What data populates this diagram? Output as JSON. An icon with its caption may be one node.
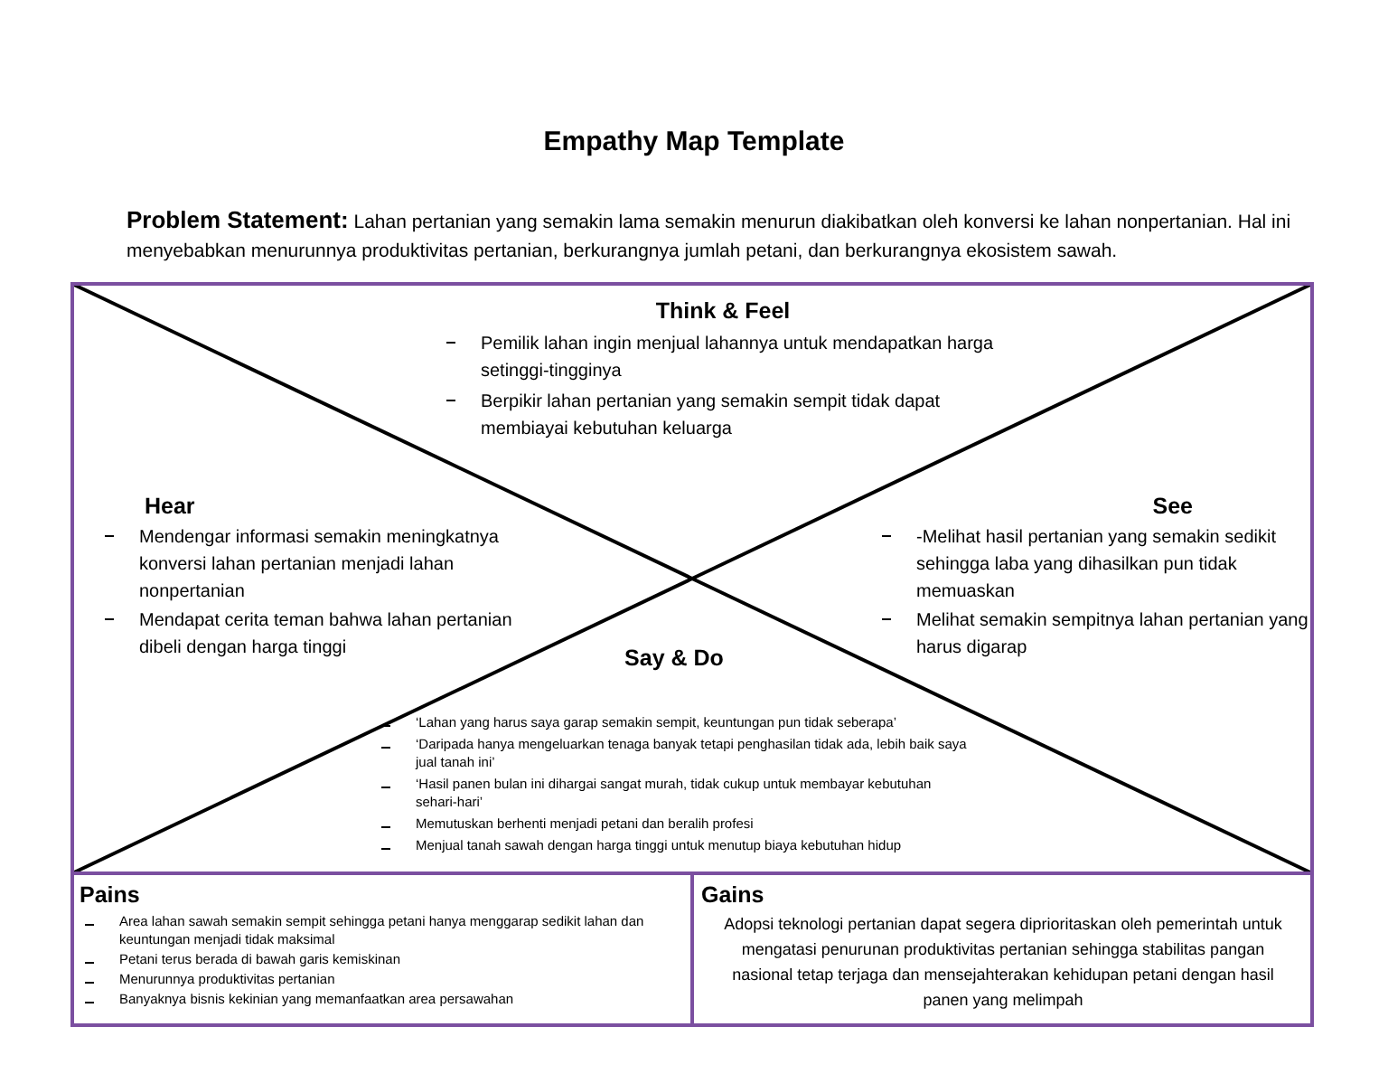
{
  "diagram": {
    "title": "Empathy Map Template",
    "nodes": [
      {
        "text": [
          "Think & Feel",
          "Pemilik lahan ingin menjual lahannya untuk mendapatkan harga setinggi-tingginya",
          "Berpikir lahan pertanian yang semakin sempit tidak dapat membiayai kebutuhan keluarga"
        ]
      },
      {
        "text": [
          "Hear",
          "Mendengar informasi semakin meningkatnya konversi lahan pertanian menjadi lahan nonpertanian",
          "Mendapat cerita teman bahwa lahan pertanian dibeli dengan harga tinggi"
        ]
      },
      {
        "text": [
          "See",
          "-Melihat hasil pertanian yang semakin sedikit sehingga laba yang dihasilkan pun tidak memuaskan",
          "Melihat semakin sempitnya lahan pertanian yang harus digarap"
        ]
      },
      {
        "text": [
          "Say & Do",
          "‘Lahan yang harus saya garap semakin sempit, keuntungan pun tidak seberapa’",
          "‘Daripada hanya mengeluarkan tenaga banyak tetapi penghasilan tidak ada, lebih baik saya jual tanah ini’",
          "‘Hasil panen bulan ini dihargai sangat murah, tidak cukup untuk membayar kebutuhan sehari-hari’",
          "Memutuskan berhenti menjadi petani dan beralih profesi",
          "Menjual tanah sawah dengan harga tinggi untuk menutup biaya kebutuhan hidup"
        ]
      },
      {
        "text": [
          "Pains",
          "Area lahan sawah semakin sempit sehingga petani hanya menggarap sedikit lahan dan keuntungan menjadi tidak maksimal",
          "Petani terus berada di bawah garis kemiskinan",
          "Menurunnya produktivitas pertanian",
          "Banyaknya bisnis kekinian yang memanfaatkan area persawahan"
        ]
      },
      {
        "text": [
          "Gains",
          "Adopsi teknologi pertanian dapat segera diprioritaskan oleh pemerintah untuk mengatasi penurunan produktivitas pertanian sehingga stabilitas pangan nasional tetap terjaga dan mensejahterakan kehidupan petani dengan hasil panen yang melimpah"
        ]
      }
    ],
    "labels": [
      "**Problem Statement:** Lahan pertanian yang semakin lama semakin menurun diakibatkan oleh konversi ke lahan nonpertanian. Hal ini menyebabkan menurunnya produktivitas pertanian, berkurangnya jumlah petani, dan berkurangnya ekosistem sawah."
    ]
  }
}
